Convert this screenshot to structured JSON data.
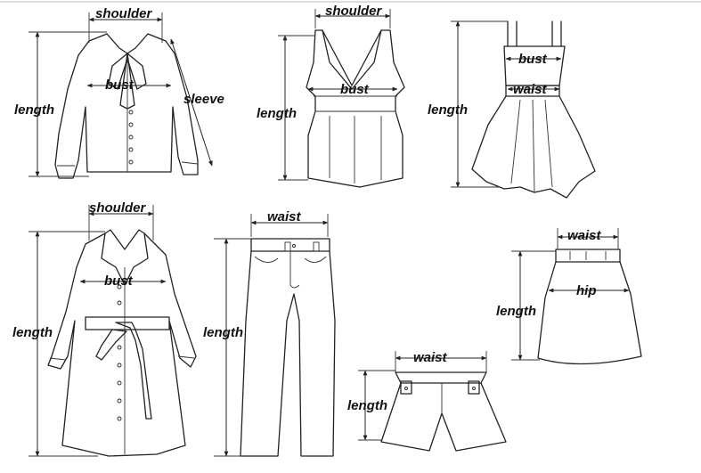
{
  "labels": {
    "shirt_shoulder": "shoulder",
    "shirt_bust": "bust",
    "shirt_length": "length",
    "shirt_sleeve": "sleeve",
    "top_shoulder": "shoulder",
    "top_bust": "bust",
    "top_length": "length",
    "dress_bust": "bust",
    "dress_waist": "waist",
    "dress_length": "length",
    "coat_shoulder": "shoulder",
    "coat_bust": "bust",
    "coat_length": "length",
    "pants_waist": "waist",
    "pants_length": "length",
    "skirt_waist": "waist",
    "skirt_hip": "hip",
    "skirt_length": "length",
    "shorts_waist": "waist",
    "shorts_length": "length"
  }
}
